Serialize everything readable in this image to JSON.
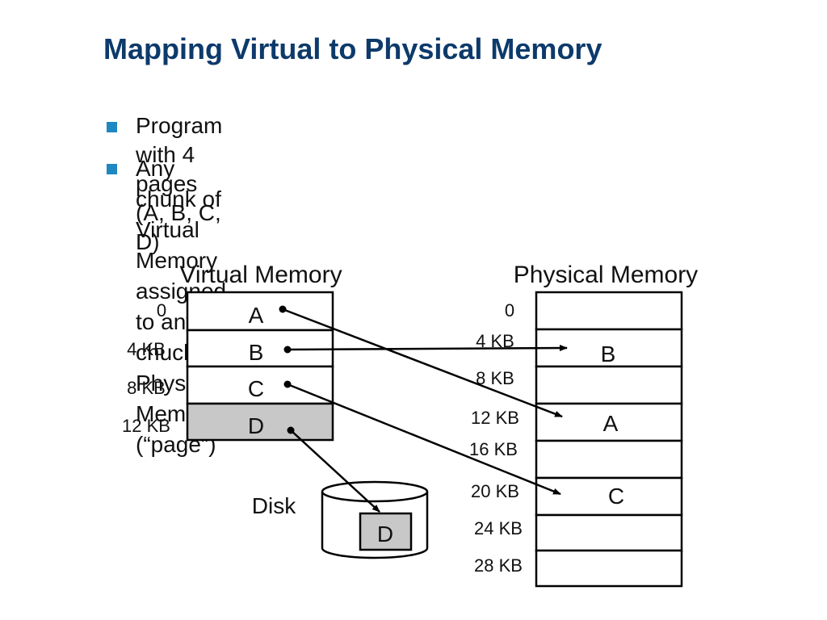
{
  "title": "Mapping Virtual to Physical Memory",
  "bullets": [
    "Program with 4 pages (A, B, C, D)",
    "Any chunk of Virtual Memory assigned\nto any chuck of Physical Memory (“page”)"
  ],
  "virtual_memory": {
    "label": "Virtual Memory",
    "offsets": [
      "0",
      "4 KB",
      "8 KB",
      "12 KB"
    ],
    "pages": [
      "A",
      "B",
      "C",
      "D"
    ]
  },
  "physical_memory": {
    "label": "Physical Memory",
    "offsets": [
      "0",
      "4 KB",
      "8 KB",
      "12 KB",
      "16 KB",
      "20 KB",
      "24 KB",
      "28 KB"
    ],
    "frames": [
      "",
      "B",
      "",
      "A",
      "",
      "C",
      "",
      ""
    ]
  },
  "disk": {
    "label": "Disk",
    "page": "D"
  },
  "colors": {
    "title": "#0d3a6b",
    "bullet_marker": "#1f87c2",
    "swapped_page_fill": "#c8c8c8"
  }
}
